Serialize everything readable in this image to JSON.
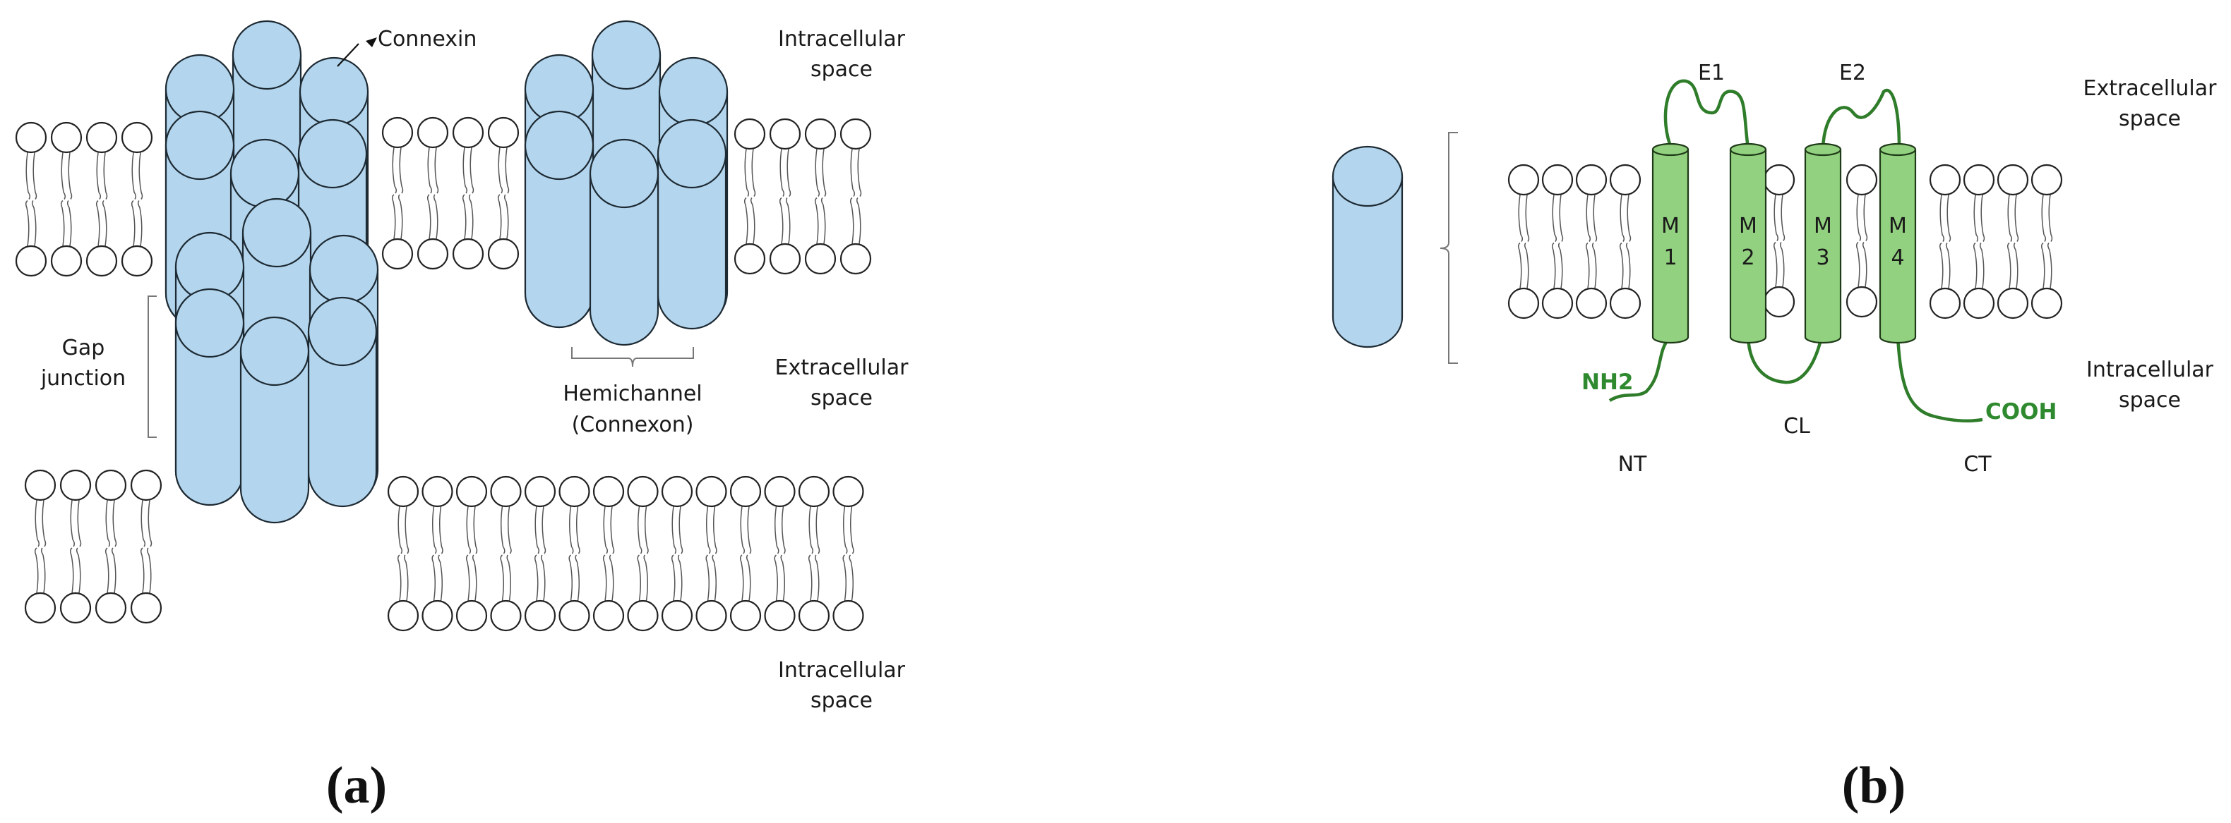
{
  "panel_a": {
    "label": "(a)",
    "connexin": "Connexin",
    "gap_junction": [
      "Gap",
      "junction"
    ],
    "hemichannel": [
      "Hemichannel",
      "(Connexon)"
    ],
    "intracellular_top": [
      "Intracellular",
      "space"
    ],
    "extracellular_mid": [
      "Extracellular",
      "space"
    ],
    "intracellular_bottom": [
      "Intracellular",
      "space"
    ]
  },
  "panel_b": {
    "label": "(b)",
    "extracellular": [
      "Extracellular",
      "space"
    ],
    "intracellular": [
      "Intracellular",
      "space"
    ],
    "e1": "E1",
    "e2": "E2",
    "nh2": "NH2",
    "cooh": "COOH",
    "nt": "NT",
    "cl": "CL",
    "ct": "CT",
    "helices": [
      {
        "letter": "M",
        "number": "1"
      },
      {
        "letter": "M",
        "number": "2"
      },
      {
        "letter": "M",
        "number": "3"
      },
      {
        "letter": "M",
        "number": "4"
      }
    ]
  }
}
